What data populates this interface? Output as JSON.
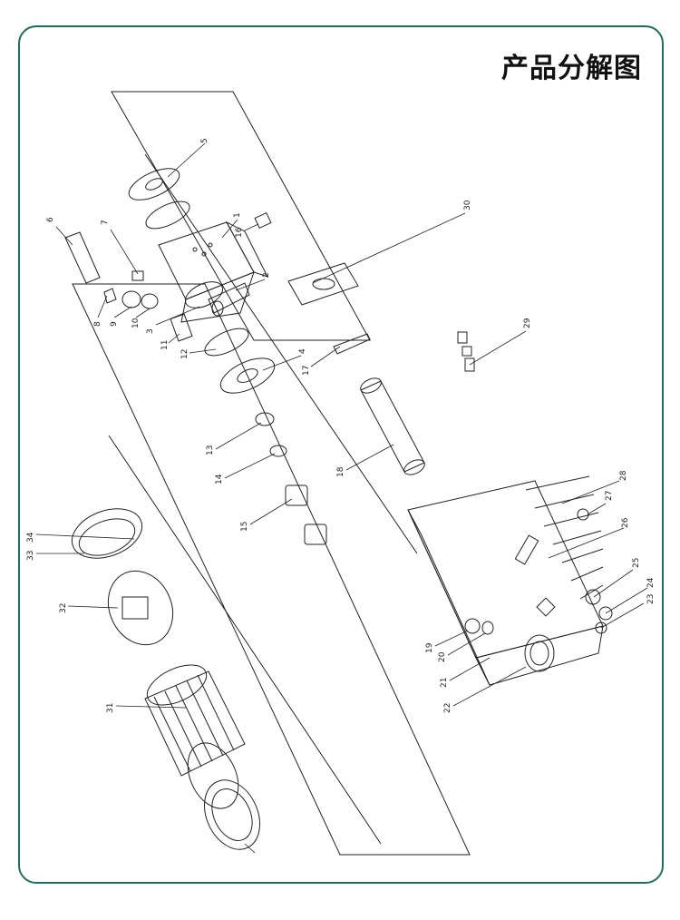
{
  "title": "产品分解图",
  "colors": {
    "frame": "#1f6e5a",
    "line": "#222222"
  },
  "labels": [
    "5",
    "6",
    "7",
    "8",
    "9",
    "10",
    "1",
    "16",
    "2",
    "3",
    "11",
    "12",
    "4",
    "13",
    "14",
    "15",
    "17",
    "18",
    "30",
    "29",
    "28",
    "27",
    "26",
    "25",
    "24",
    "23",
    "19",
    "20",
    "21",
    "22",
    "34",
    "33",
    "32",
    "31"
  ]
}
